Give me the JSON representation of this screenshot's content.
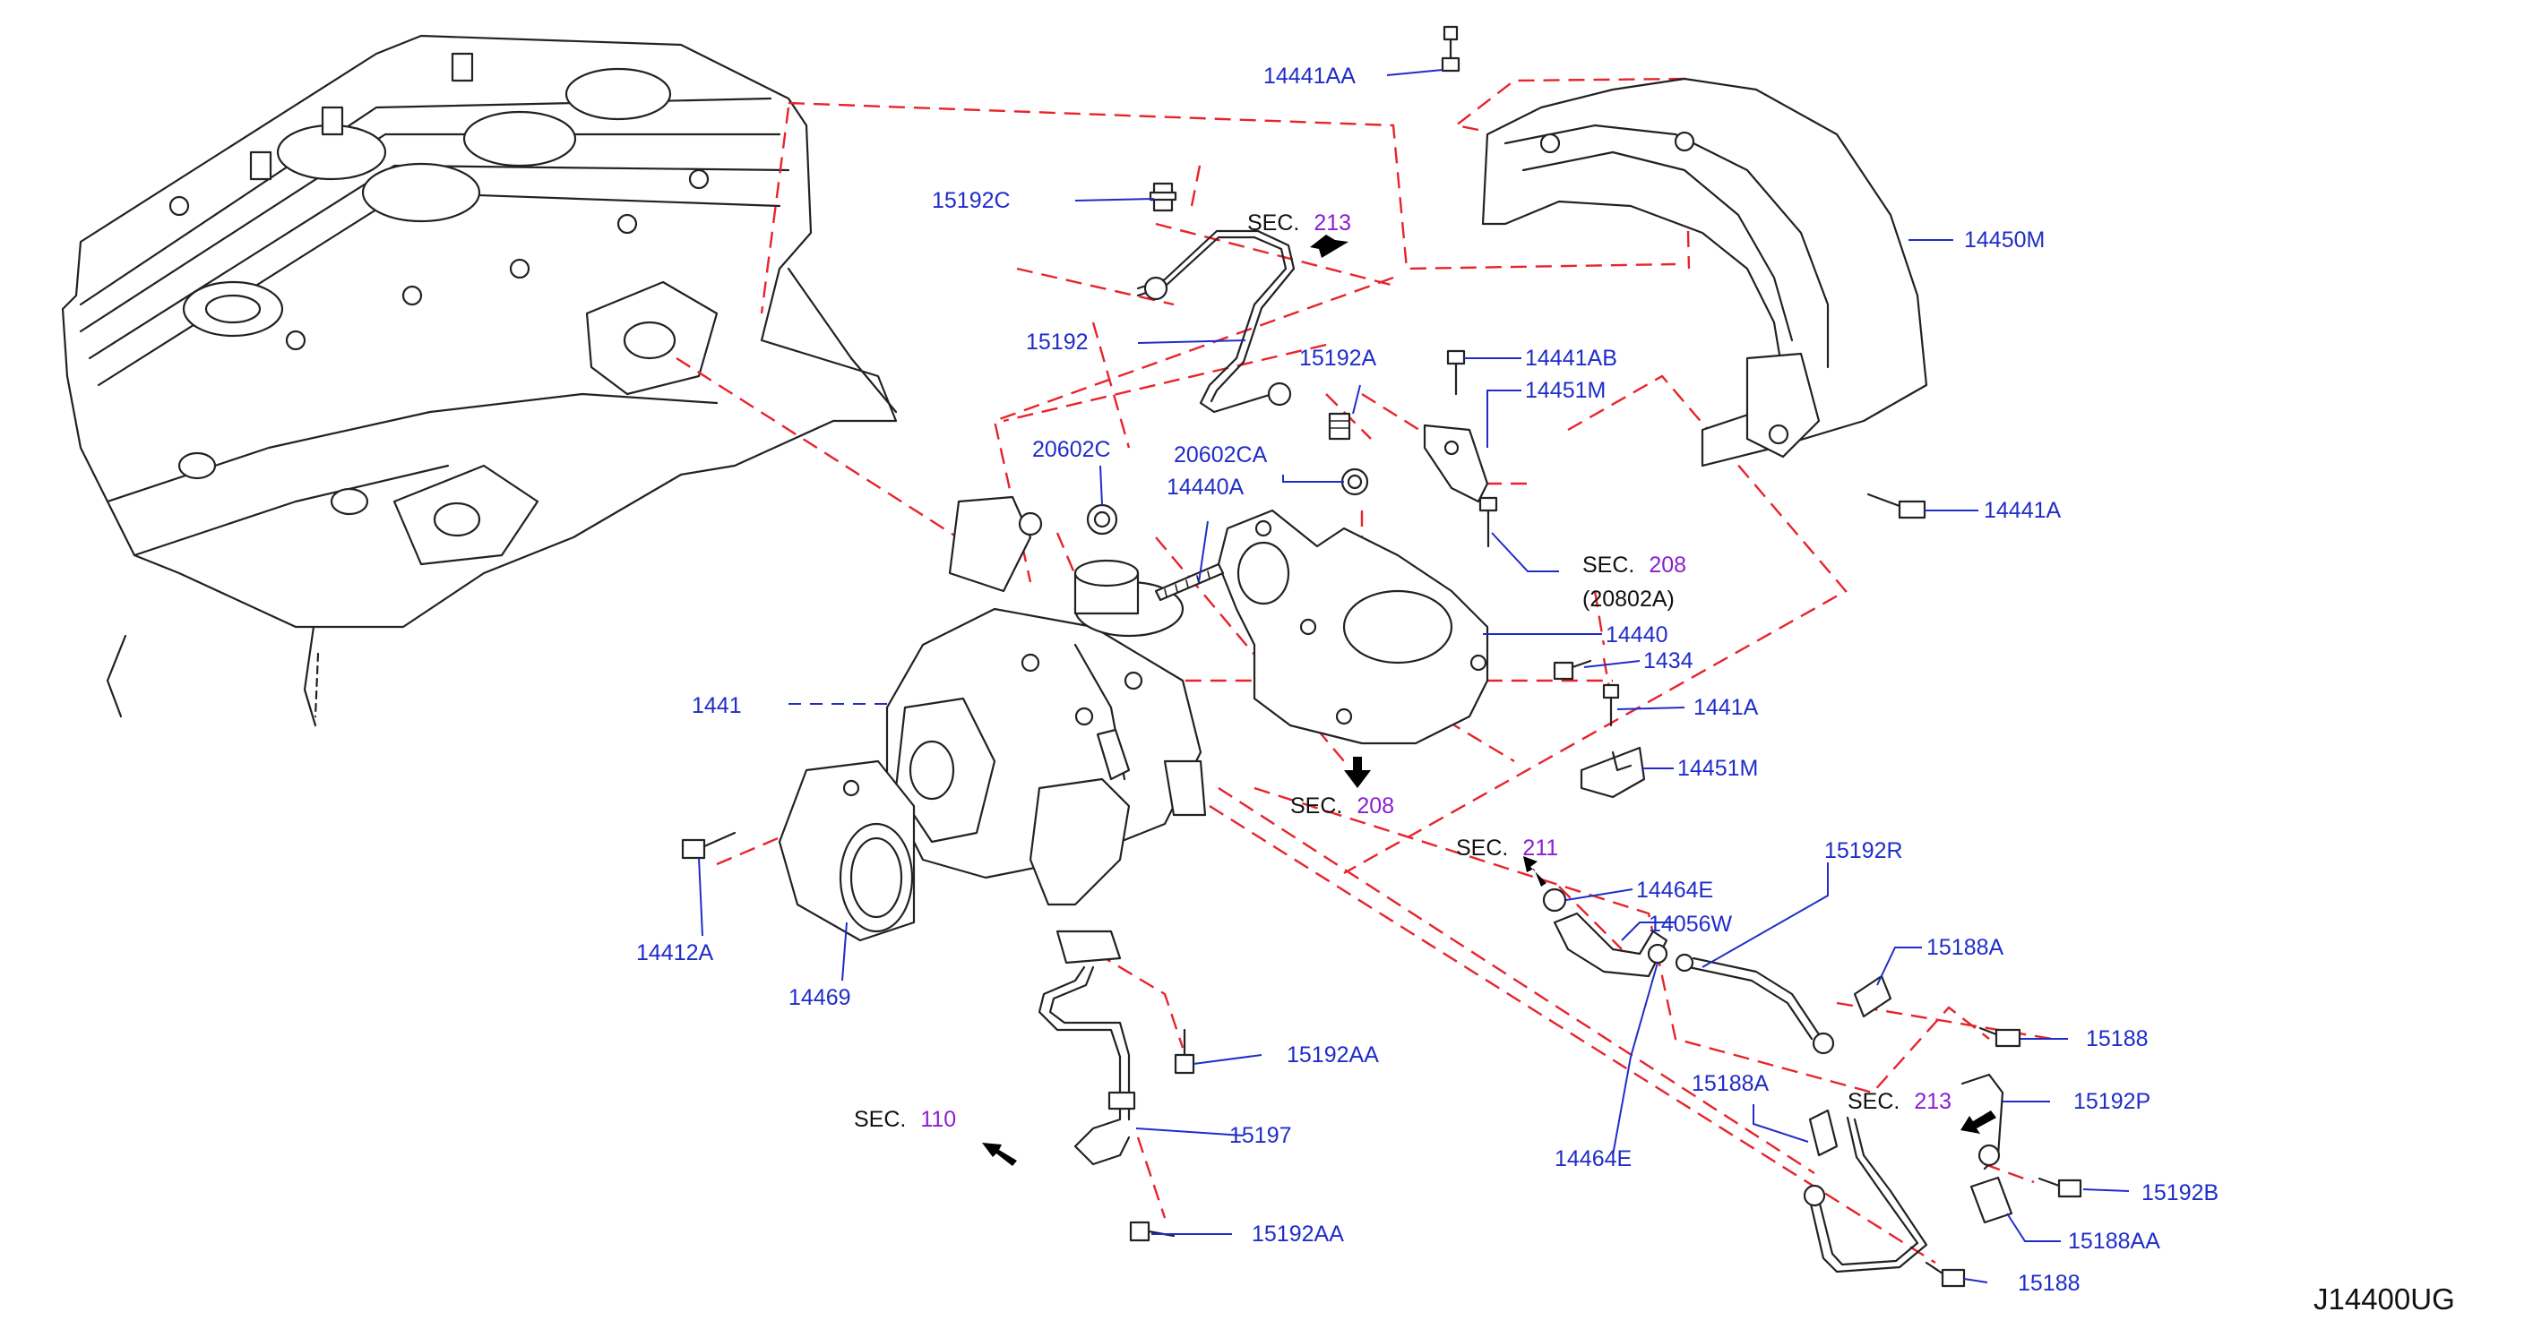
{
  "diagram_code": "J14400UG",
  "section_refs": [
    {
      "id": "sec-213-top",
      "prefix": "SEC.",
      "number": "213"
    },
    {
      "id": "sec-208-right",
      "prefix": "SEC.",
      "number": "208",
      "sub": "(20802A)"
    },
    {
      "id": "sec-208-bottom",
      "prefix": "SEC.",
      "number": "208"
    },
    {
      "id": "sec-211",
      "prefix": "SEC.",
      "number": "211"
    },
    {
      "id": "sec-213-bottom",
      "prefix": "SEC.",
      "number": "213"
    },
    {
      "id": "sec-110",
      "prefix": "SEC.",
      "number": "110"
    }
  ],
  "part_labels": [
    {
      "id": "14441AA",
      "text": "14441AA"
    },
    {
      "id": "15192C",
      "text": "15192C"
    },
    {
      "id": "14450M",
      "text": "14450M"
    },
    {
      "id": "15192",
      "text": "15192"
    },
    {
      "id": "15192A",
      "text": "15192A"
    },
    {
      "id": "14441AB",
      "text": "14441AB"
    },
    {
      "id": "14451M-top",
      "text": "14451M"
    },
    {
      "id": "14441A",
      "text": "14441A"
    },
    {
      "id": "20602C",
      "text": "20602C"
    },
    {
      "id": "20602CA",
      "text": "20602CA"
    },
    {
      "id": "14440A",
      "text": "14440A"
    },
    {
      "id": "14440",
      "text": "14440"
    },
    {
      "id": "1434",
      "text": "1434"
    },
    {
      "id": "1441A",
      "text": "1441A"
    },
    {
      "id": "14451M-bottom",
      "text": "14451M"
    },
    {
      "id": "14441",
      "text": "1441"
    },
    {
      "id": "14412A",
      "text": "14412A"
    },
    {
      "id": "14469",
      "text": "14469"
    },
    {
      "id": "14464E-top",
      "text": "14464E"
    },
    {
      "id": "14056W",
      "text": "14056W"
    },
    {
      "id": "15192R",
      "text": "15192R"
    },
    {
      "id": "15188A-top",
      "text": "15188A"
    },
    {
      "id": "15188-top",
      "text": "15188"
    },
    {
      "id": "15192AA-top",
      "text": "15192AA"
    },
    {
      "id": "15197",
      "text": "15197"
    },
    {
      "id": "15192AA-bottom",
      "text": "15192AA"
    },
    {
      "id": "15188A-bottom",
      "text": "15188A"
    },
    {
      "id": "15192P",
      "text": "15192P"
    },
    {
      "id": "15192B",
      "text": "15192B"
    },
    {
      "id": "15188AA",
      "text": "15188AA"
    },
    {
      "id": "14464E-bottom",
      "text": "14464E"
    },
    {
      "id": "15188-bottom",
      "text": "15188"
    }
  ],
  "colors": {
    "label": "#1f2dc8",
    "section_number": "#8a1fd0",
    "dash_line": "#e8232a",
    "ink": "#222222"
  }
}
